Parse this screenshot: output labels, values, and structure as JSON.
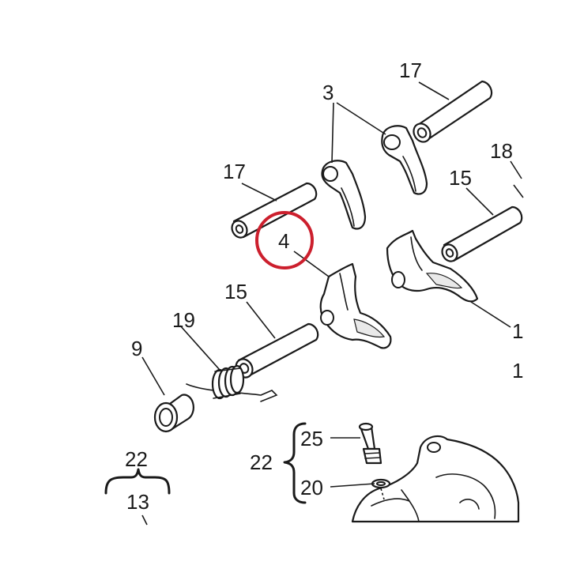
{
  "callouts": {
    "c17_top": "17",
    "c3": "3",
    "c17_left": "17",
    "c18": "18",
    "c15_right": "15",
    "c4": "4",
    "c15_mid": "15",
    "c1_a": "1",
    "c1_b": "1",
    "c19": "19",
    "c9": "9",
    "c22_left": "22",
    "c13": "13",
    "c25": "25",
    "c22_mid": "22",
    "c20": "20"
  },
  "highlight": {
    "target": "4",
    "color": "#cc1f2d"
  }
}
